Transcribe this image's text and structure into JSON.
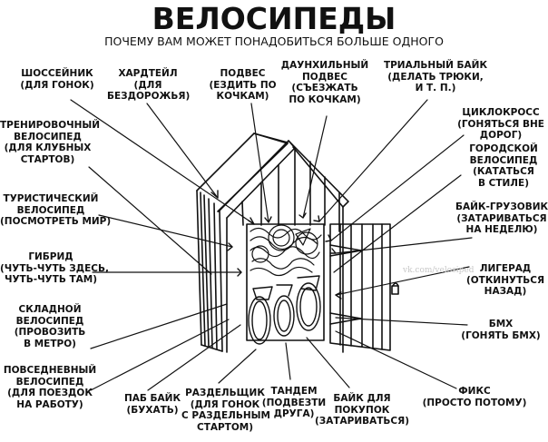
{
  "title": "ВЕЛОСИПЕДЫ",
  "subtitle": "ПОЧЕМУ ВАМ МОЖЕТ ПОНАДОБИТЬСЯ БОЛЬШЕ ОДНОГО",
  "watermark": "vk.com/velosiped",
  "labels": {
    "road": "ШОССЕЙНИК\n(ДЛЯ ГОНОК)",
    "hardtail": "ХАРДТЕЙЛ\n(ДЛЯ\nБЕЗДОРОЖЬЯ)",
    "suspension": "ПОДВЕС\n(ЕЗДИТЬ ПО\nКОЧКАМ)",
    "downhill": "ДАУНХИЛЬНЫЙ\nПОДВЕС\n(СЪЕЗЖАТЬ\nПО КОЧКАМ)",
    "trial": "ТРИАЛЬНЫЙ БАЙК\n(ДЕЛАТЬ ТРЮКИ,\nИ Т. П.)",
    "training": "ТРЕНИРОВОЧНЫЙ\nВЕЛОСИПЕД\n(ДЛЯ КЛУБНЫХ\nСТАРТОВ)",
    "cyclocross": "ЦИКЛОКРОСС\n(ГОНЯТЬСЯ ВНЕ\nДОРОГ)",
    "city": "ГОРОДСКОЙ\nВЕЛОСИПЕД\n(КАТАТЬСЯ\nВ СТИЛЕ)",
    "touring": "ТУРИСТИЧЕСКИЙ\nВЕЛОСИПЕД\n(ПОСМОТРЕТЬ МИР)",
    "cargo": "БАЙК-ГРУЗОВИК\n(ЗАТАРИВАТЬСЯ\nНА НЕДЕЛЮ)",
    "hybrid": "ГИБРИД\n(ЧУТЬ-ЧУТЬ ЗДЕСЬ,\nЧУТЬ-ЧУТЬ ТАМ)",
    "recumbent": "ЛИГЕРАД\n(ОТКИНУТЬСЯ\nНАЗАД)",
    "folding": "СКЛАДНОЙ\nВЕЛОСИПЕД\n(ПРОВОЗИТЬ\nВ МЕТРО)",
    "bmx": "БМХ\n(ГОНЯТЬ БМХ)",
    "commuter": "ПОВСЕДНЕВНЫЙ\nВЕЛОСИПЕД\n(ДЛЯ ПОЕЗДОК\nНА РАБОТУ)",
    "fixie": "ФИКС\n(ПРОСТО ПОТОМУ)",
    "pub": "ПАБ БАЙК\n(БУХАТЬ)",
    "tt": "РАЗДЕЛЬЩИК\n(ДЛЯ ГОНОК\nС РАЗДЕЛЬНЫМ\nСТАРТОМ)",
    "tandem": "ТАНДЕМ\n(ПОДВЕЗТИ\nДРУГА)",
    "shopping": "БАЙК ДЛЯ\nПОКУПОК\n(ЗАТАРИВАТЬСЯ)"
  },
  "colors": {
    "ink": "#111111",
    "paper": "#ffffff",
    "watermark": "#c8c8c8"
  }
}
